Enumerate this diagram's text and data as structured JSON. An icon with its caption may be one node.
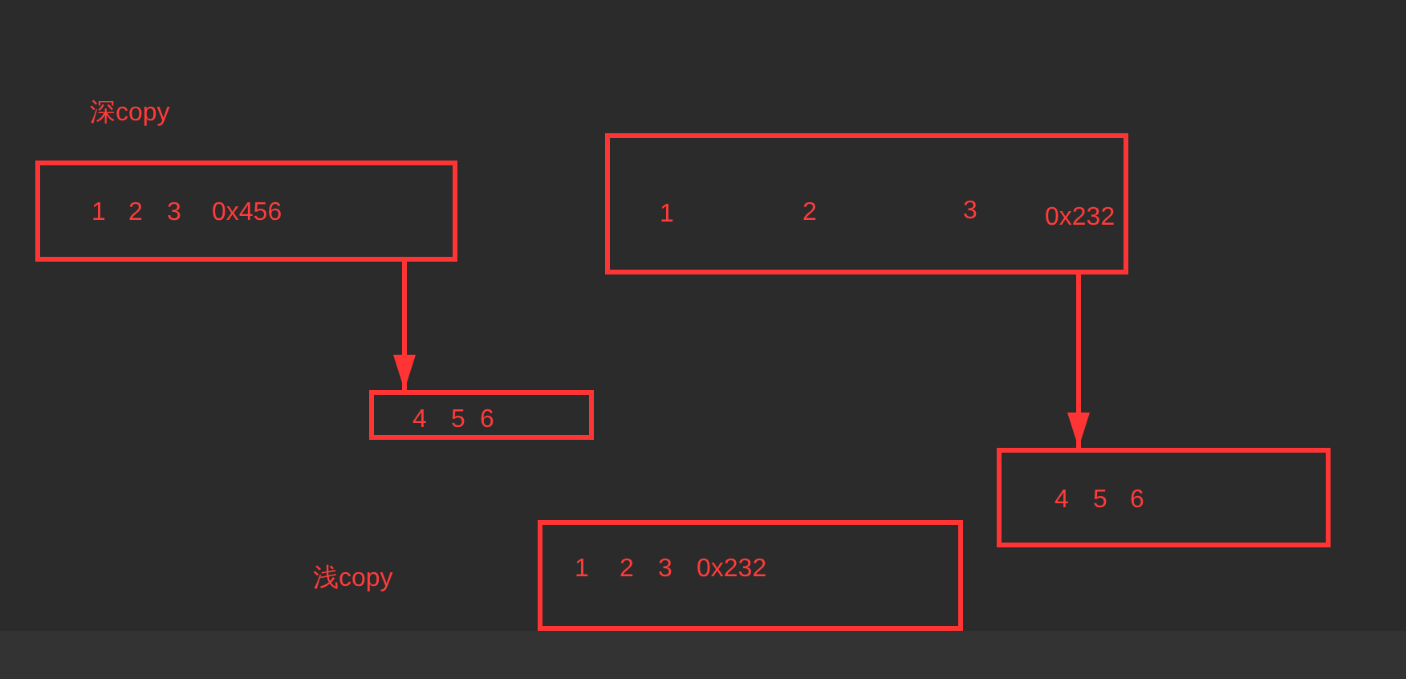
{
  "diagram": {
    "nodes": [
      {
        "text": [
          "1",
          "2",
          "3",
          "0x456"
        ]
      },
      {
        "text": [
          "4",
          "5",
          "6"
        ]
      },
      {
        "text": [
          "1",
          "2",
          "3",
          "0x232"
        ]
      },
      {
        "text": [
          "4",
          "5",
          "6"
        ]
      },
      {
        "text": [
          "1",
          "2",
          "3",
          "0x232"
        ]
      }
    ],
    "edges": [
      {
        "from": 0,
        "to": 1,
        "arrow": "to"
      },
      {
        "from": 2,
        "to": 3,
        "arrow": "to"
      }
    ],
    "labels": [
      "深copy",
      "浅copy"
    ]
  }
}
